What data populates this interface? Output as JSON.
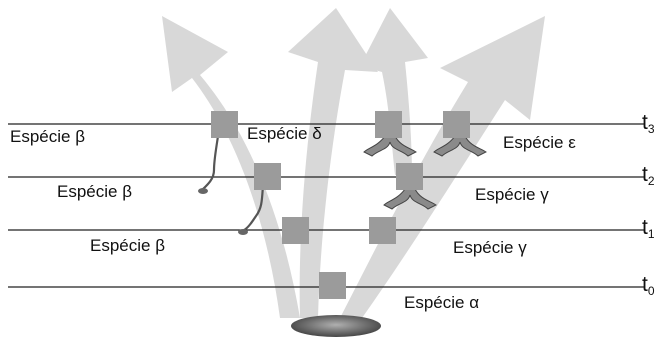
{
  "timelines": [
    {
      "name": "t",
      "sub": "3"
    },
    {
      "name": "t",
      "sub": "2"
    },
    {
      "name": "t",
      "sub": "1"
    },
    {
      "name": "t",
      "sub": "0"
    }
  ],
  "species_labels": {
    "t3_left": "Espécie β",
    "t3_middle": "Espécie δ",
    "t3_right": "Espécie ε",
    "t2_left": "Espécie β",
    "t2_right": "Espécie γ",
    "t1_left": "Espécie β",
    "t1_right": "Espécie γ",
    "t0_root": "Espécie α"
  },
  "colors": {
    "branch_fill": "#d8d8d8",
    "node_fill": "#9b9b9b",
    "base_ellipse": "#7a7a7a",
    "line": "#222222"
  }
}
